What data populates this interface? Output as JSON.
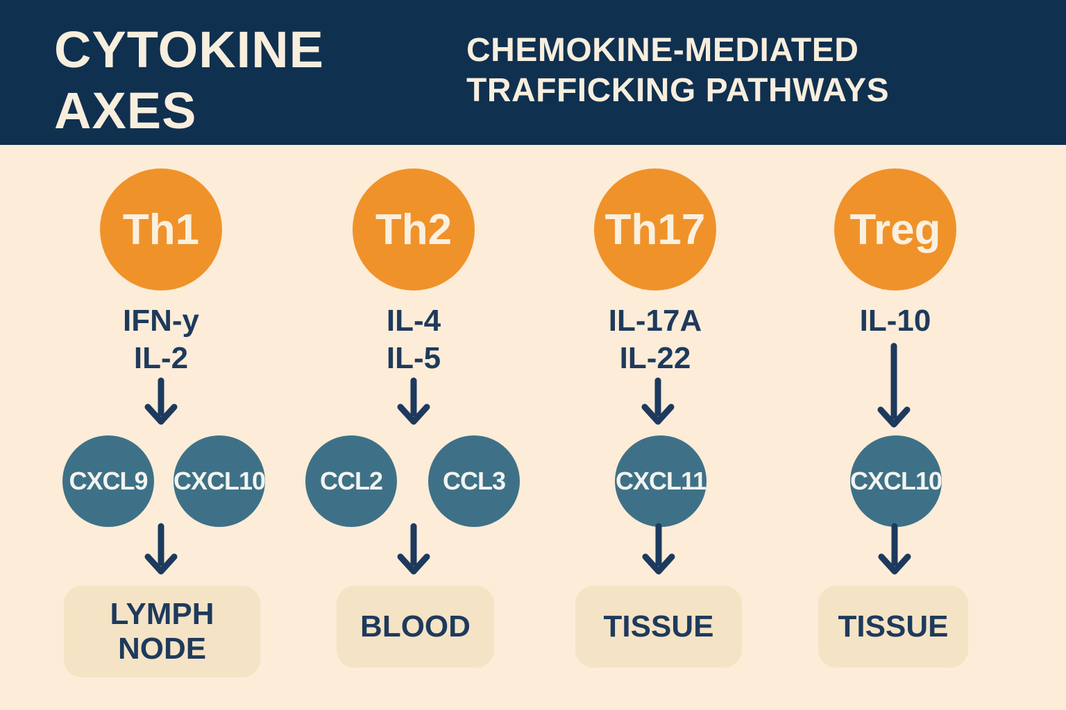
{
  "header": {
    "title": "CYTOKINE\nAXES",
    "subtitle": "CHEMOKINE-MEDIATED\nTRAFFICKING PATHWAYS"
  },
  "columns": [
    {
      "cell": "Th1",
      "cytokines": "IFN-y\nIL-2",
      "chemokines": [
        "CXCL9",
        "CXCL10"
      ],
      "destination": "LYMPH\nNODE"
    },
    {
      "cell": "Th2",
      "cytokines": "IL-4\nIL-5",
      "chemokines": [
        "CCL2",
        "CCL3"
      ],
      "destination": "BLOOD"
    },
    {
      "cell": "Th17",
      "cytokines": "IL-17A\nIL-22",
      "chemokines": [
        "CXCL11"
      ],
      "destination": "TISSUE"
    },
    {
      "cell": "Treg",
      "cytokines": "IL-10",
      "chemokines": [
        "CXCL10"
      ],
      "destination": "TISSUE"
    }
  ],
  "icons": {
    "down-arrow-icon": "↓"
  },
  "colors": {
    "header-bg": "#103050",
    "page-bg": "#fcecd8",
    "cell-circle": "#f0922a",
    "chemokine-circle": "#3e7187",
    "destination-box": "#f5e3c5",
    "header-text": "#f8eedd",
    "body-text": "#1e3a5c",
    "arrow": "#1d3a5e",
    "circle-text": "#faf0df"
  }
}
